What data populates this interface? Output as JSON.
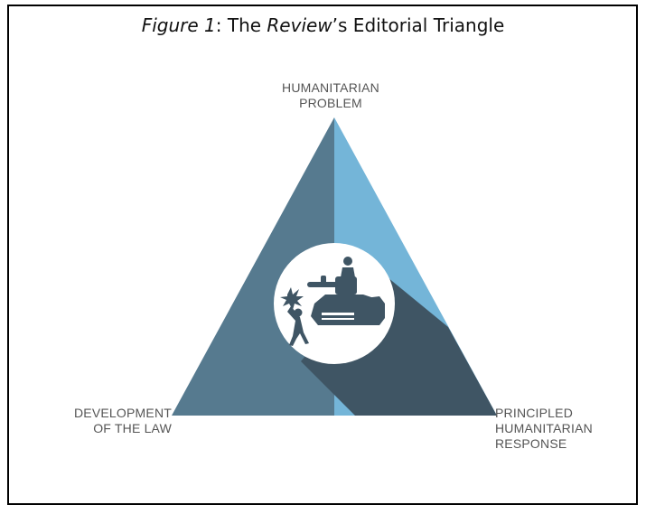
{
  "caption": {
    "figure_label": "Figure 1",
    "sep": ": The ",
    "italic_word": "Review",
    "rest": "’s Editorial Triangle"
  },
  "labels": {
    "top": [
      "HUMANITARIAN",
      "PROBLEM"
    ],
    "left": [
      "DEVELOPMENT",
      "OF THE LAW"
    ],
    "right": [
      "PRINCIPLED",
      "HUMANITARIAN",
      "RESPONSE"
    ]
  },
  "colors": {
    "left_face": "#567a8f",
    "right_face": "#74b5d8",
    "shadow": "#3f5564",
    "circle": "#ffffff",
    "icon": "#3f5564",
    "label": "#555555"
  },
  "icon": "conflict-icon"
}
